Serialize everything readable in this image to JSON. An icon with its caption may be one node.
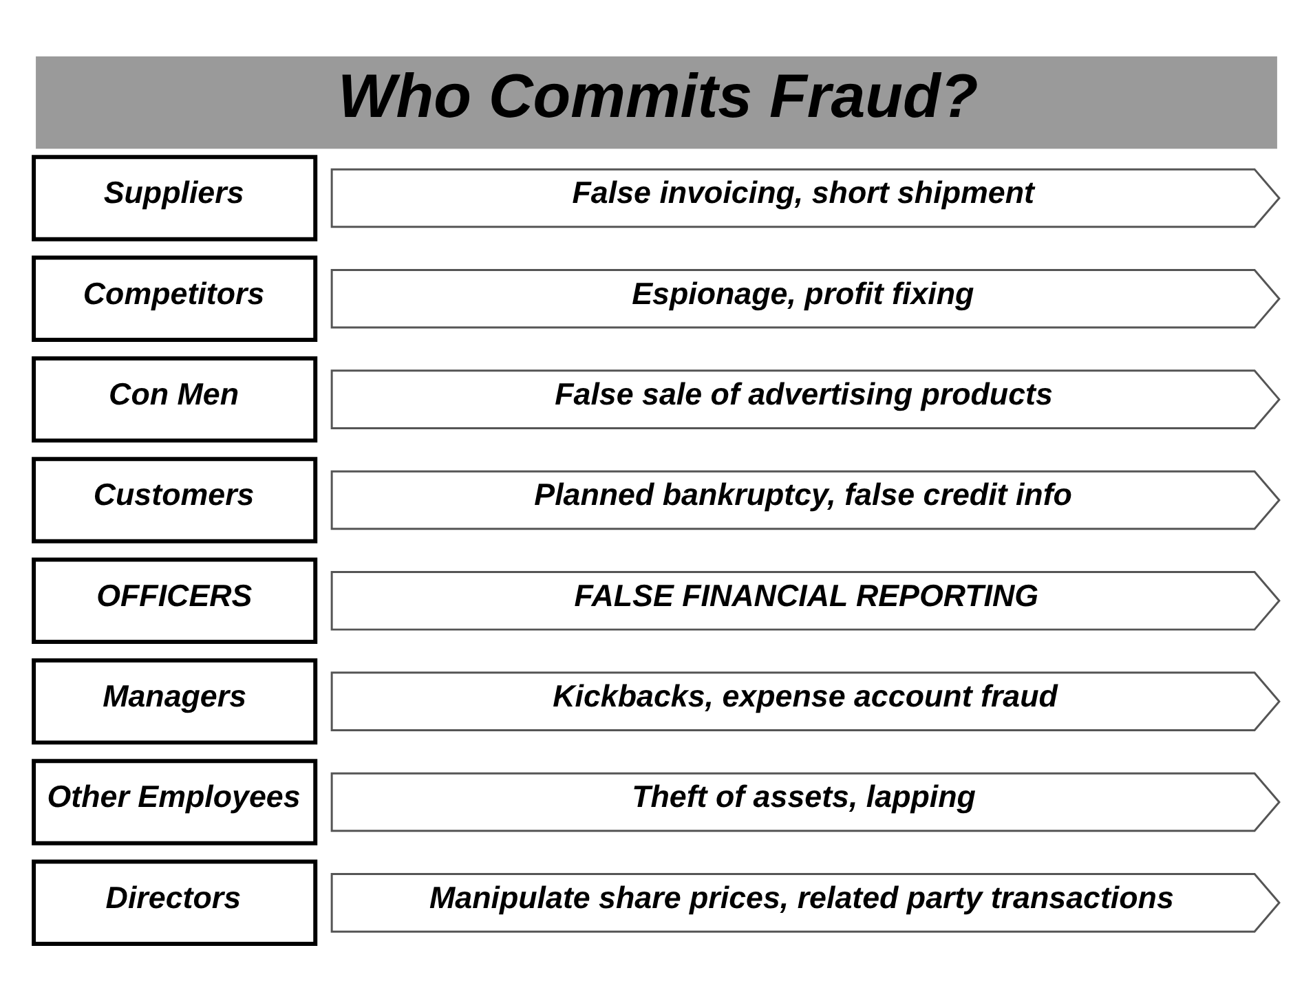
{
  "diagram": {
    "title": "Who Commits Fraud?",
    "nodes": [
      {
        "text": [
          "Suppliers"
        ]
      },
      {
        "text": [
          "False invoicing, short shipment"
        ]
      },
      {
        "text": [
          "Competitors"
        ]
      },
      {
        "text": [
          "Espionage, profit fixing"
        ]
      },
      {
        "text": [
          "Con Men"
        ]
      },
      {
        "text": [
          "False sale of advertising products"
        ]
      },
      {
        "text": [
          "Customers"
        ]
      },
      {
        "text": [
          "Planned bankruptcy, false credit info"
        ]
      },
      {
        "text": [
          "OFFICERS"
        ]
      },
      {
        "text": [
          "FALSE FINANCIAL REPORTING"
        ]
      },
      {
        "text": [
          "Managers"
        ]
      },
      {
        "text": [
          "Kickbacks, expense account fraud"
        ]
      },
      {
        "text": [
          "Other Employees"
        ]
      },
      {
        "text": [
          "Theft of assets, lapping"
        ]
      },
      {
        "text": [
          "Directors"
        ]
      },
      {
        "text": [
          "Manipulate share prices, related party transactions"
        ]
      }
    ]
  }
}
